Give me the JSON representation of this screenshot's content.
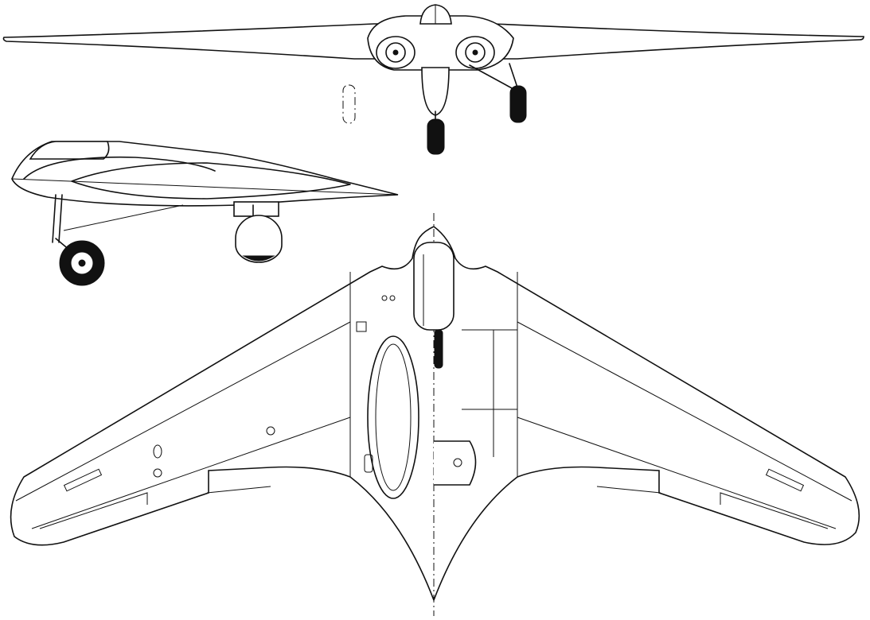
{
  "drawing": {
    "views": [
      "front",
      "side",
      "top"
    ],
    "line_color": "#111111",
    "background": "#ffffff"
  }
}
